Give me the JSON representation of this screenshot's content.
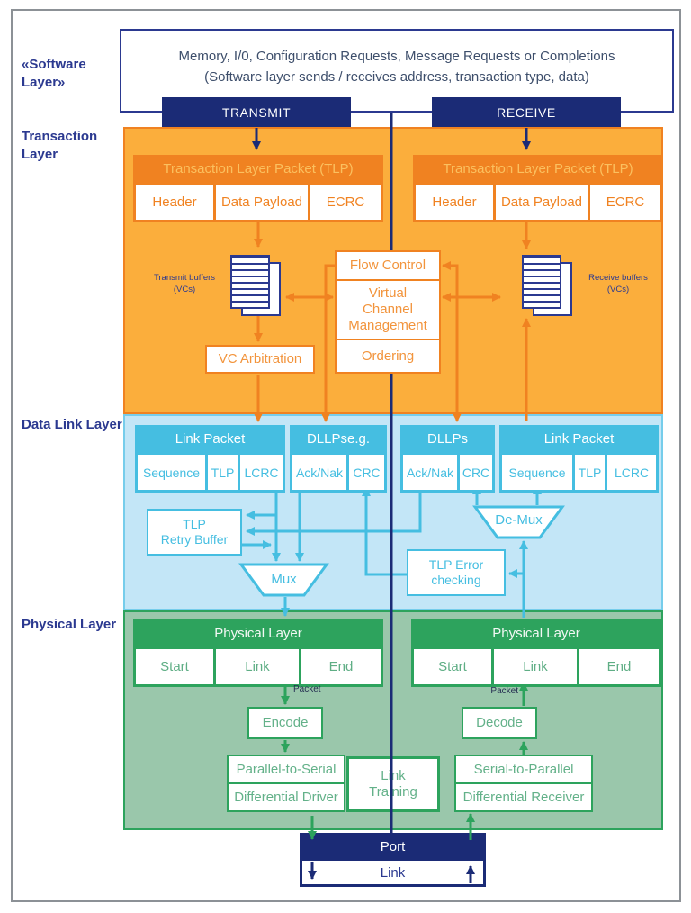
{
  "side_labels": {
    "software": "«Software Layer»",
    "transaction": "Transaction Layer",
    "data_link": "Data Link Layer",
    "physical": "Physical Layer"
  },
  "software_box": {
    "line1": "Memory, I/0, Configuration Requests, Message Requests or Completions",
    "line2": "(Software layer sends / receives address, transaction type, data)"
  },
  "buttons": {
    "transmit": "TRANSMIT",
    "receive": "RECEIVE"
  },
  "transaction_layer": {
    "transmit_tlp": {
      "title": "Transaction Layer Packet (TLP)",
      "cells": [
        "Header",
        "Data Payload",
        "ECRC"
      ]
    },
    "receive_tlp": {
      "title": "Transaction Layer Packet (TLP)",
      "cells": [
        "Header",
        "Data Payload",
        "ECRC"
      ]
    },
    "transmit_buffers": {
      "line1": "Transmit buffers",
      "line2": "(VCs)"
    },
    "receive_buffers": {
      "line1": "Receive buffers",
      "line2": "(VCs)"
    },
    "flow_control": "Flow Control",
    "virtual_channel_management": "Virtual Channel Management",
    "ordering": "Ordering",
    "vc_arbitration": "VC Arbitration"
  },
  "data_link_layer": {
    "tx_link_packet": {
      "title": "Link Packet",
      "cells": [
        "Sequence",
        "TLP",
        "LCRC"
      ]
    },
    "tx_dllps": {
      "title": "DLLPse.g.",
      "cells": [
        "Ack/Nak",
        "CRC"
      ]
    },
    "rx_dllps": {
      "title": "DLLPs",
      "cells": [
        "Ack/Nak",
        "CRC"
      ]
    },
    "rx_link_packet": {
      "title": "Link Packet",
      "cells": [
        "Sequence",
        "TLP",
        "LCRC"
      ]
    },
    "tlp_retry_buffer": "TLP\nRetry Buffer",
    "mux": "Mux",
    "demux": "De-Mux",
    "tlp_error_checking": "TLP Error checking"
  },
  "physical_layer": {
    "tx_block": {
      "title": "Physical Layer",
      "cells": [
        "Start",
        "Link",
        "End"
      ]
    },
    "rx_block": {
      "title": "Physical Layer",
      "cells": [
        "Start",
        "Link",
        "End"
      ]
    },
    "tx_packet_label": "Packet",
    "rx_packet_label": "Packet",
    "encode": "Encode",
    "decode": "Decode",
    "parallel_to_serial": "Parallel-to-Serial",
    "differential_driver": "Differential Driver",
    "serial_to_parallel": "Serial-to-Parallel",
    "differential_receiver": "Differential Receiver",
    "link_training": "Link Training"
  },
  "port_section": {
    "port": "Port",
    "link": "Link"
  },
  "colors": {
    "navy": "#1B2B76",
    "navy_text": "#2B3990",
    "orange": "#F08221",
    "amber_bg": "#FBAE3C",
    "cyan": "#45BEE1",
    "light_blue_bg": "#C3E6F7",
    "green": "#2DA35D",
    "green_bg": "#9AC7AB"
  }
}
